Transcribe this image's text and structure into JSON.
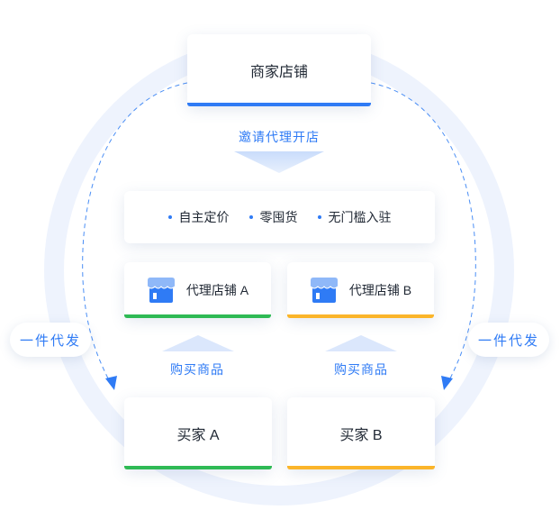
{
  "merchant": {
    "label": "商家店铺"
  },
  "invite_label": "邀请代理开店",
  "features": [
    "自主定价",
    "零囤货",
    "无门槛入驻"
  ],
  "agents": [
    {
      "label": "代理店铺 A",
      "accent": "#2fba55"
    },
    {
      "label": "代理店铺 B",
      "accent": "#fbb52a"
    }
  ],
  "buy_labels": [
    "购买商品",
    "购买商品"
  ],
  "buyers": [
    {
      "label": "买家 A",
      "accent": "#2fba55"
    },
    {
      "label": "买家 B",
      "accent": "#fbb52a"
    }
  ],
  "dropship": {
    "left": "一件代发",
    "right": "一件代发"
  },
  "colors": {
    "primary": "#2f7bf5",
    "ring": "#eef3fd"
  }
}
